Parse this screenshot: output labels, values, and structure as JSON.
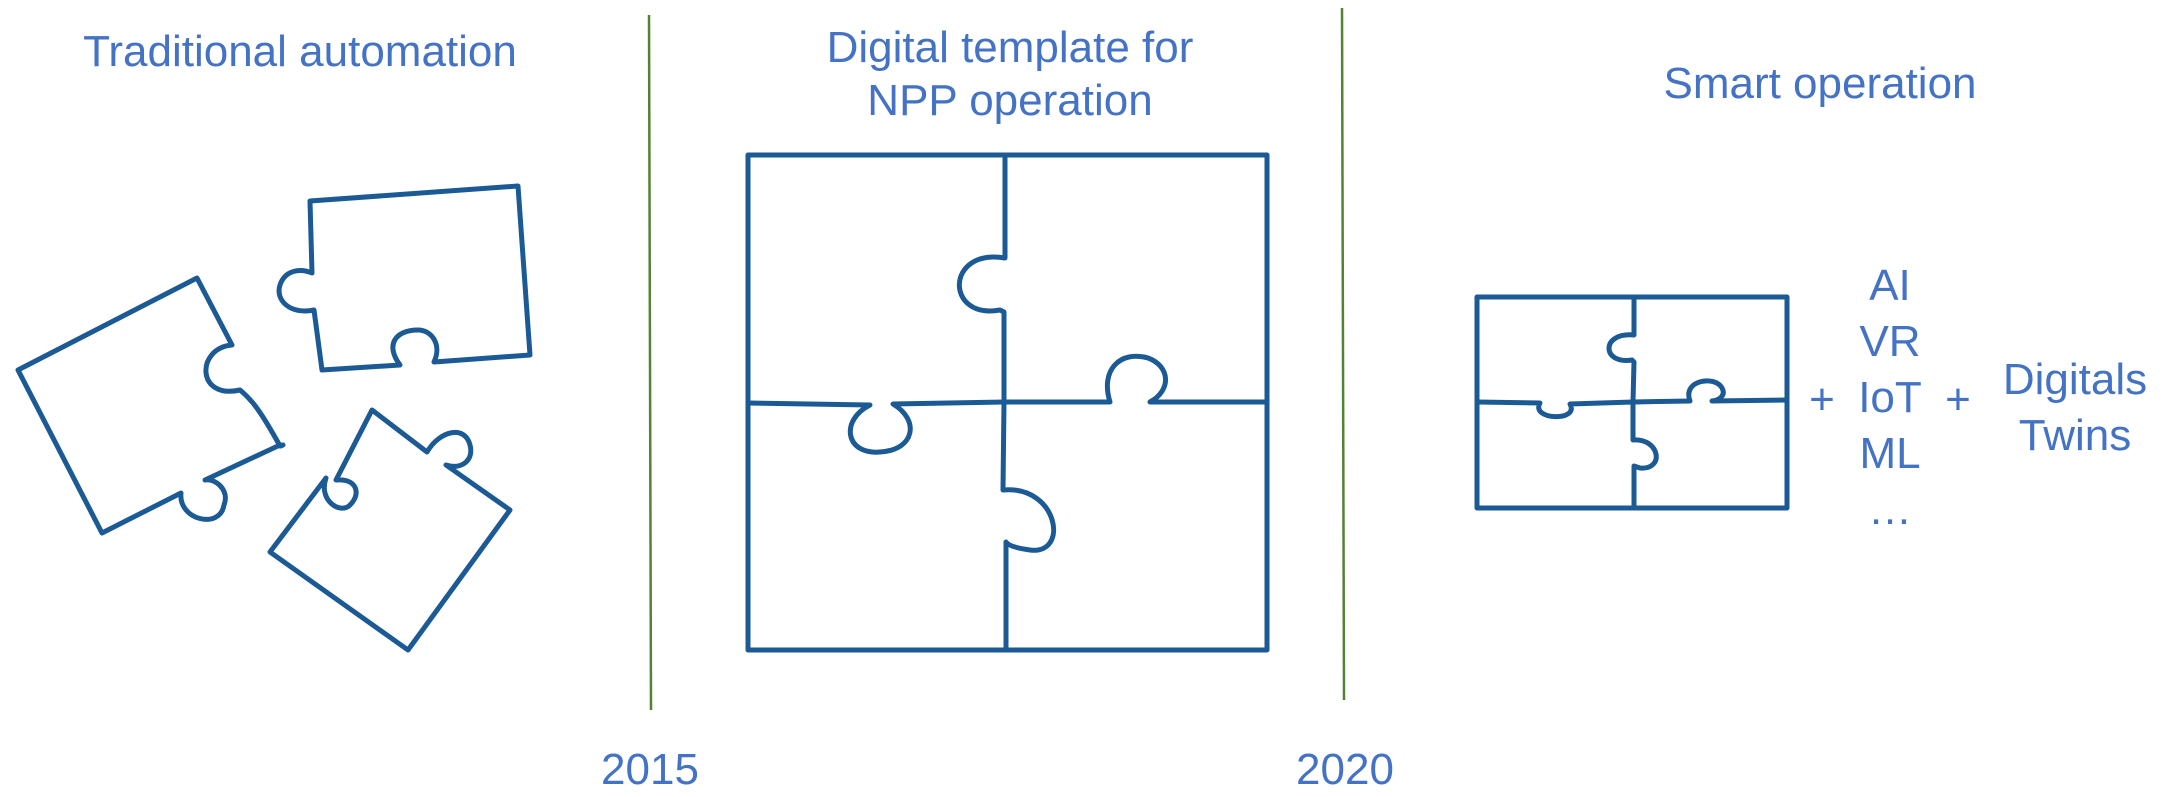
{
  "stages": {
    "traditional": {
      "title": "Traditional automation"
    },
    "template": {
      "title_line1": "Digital template for",
      "title_line2": "NPP operation"
    },
    "smart": {
      "title": "Smart operation"
    }
  },
  "technologies": [
    "AI",
    "VR",
    "IoT",
    "ML",
    "…"
  ],
  "plus_sign": "+",
  "result": {
    "line1": "Digitals",
    "line2": "Twins"
  },
  "timeline": {
    "year_1": "2015",
    "year_2": "2020"
  },
  "colors": {
    "text": "#4472c4",
    "puzzle": "#1b5a94",
    "divider": "#548235"
  }
}
